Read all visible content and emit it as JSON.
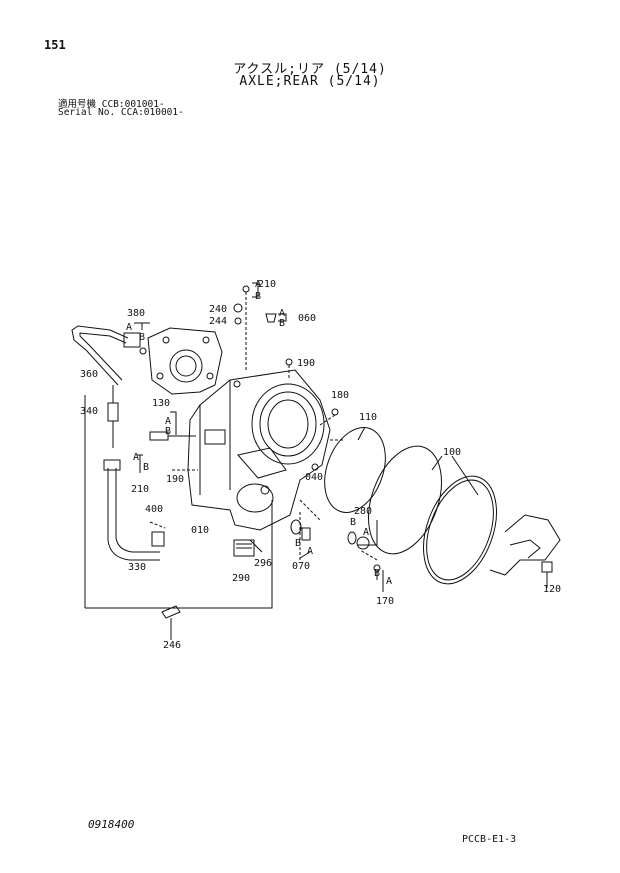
{
  "header": {
    "page_number": "151",
    "title_jp": "アクスル;リア (5/14)",
    "title_en": "AXLE;REAR (5/14)",
    "serial_line_1": "適用号機 CCB:001001-",
    "serial_line_2": "Serial No. CCA:010001-"
  },
  "footer": {
    "doc_number": "0918400",
    "ref_code": "PCCB-E1-3"
  },
  "callouts": {
    "c210_top": "210",
    "c240": "240",
    "c244": "244",
    "c060": "060",
    "c380": "380",
    "c360": "360",
    "c340": "340",
    "c130": "130",
    "c190_top": "190",
    "c180": "180",
    "c110": "110",
    "c100": "100",
    "c190_mid": "190",
    "c210_mid": "210",
    "c040": "040",
    "c010": "010",
    "c400": "400",
    "c330": "330",
    "c290": "290",
    "c296": "296",
    "c280": "280",
    "c070": "070",
    "c170": "170",
    "c120": "120",
    "c246": "246"
  },
  "sub_labels": {
    "a": "A",
    "b": "B"
  }
}
